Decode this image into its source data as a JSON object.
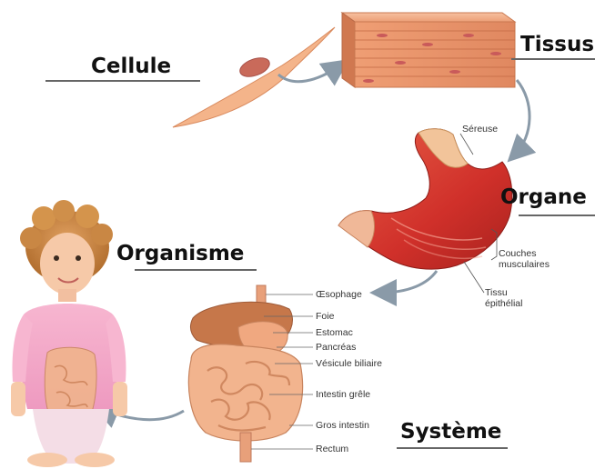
{
  "levels": {
    "cellule": "Cellule",
    "tissus": "Tissus",
    "organe": "Organe",
    "organisme": "Organisme",
    "systeme": "Système"
  },
  "stomach_labels": {
    "sereuse": "Séreuse",
    "couches_line1": "Couches",
    "couches_line2": "musculaires",
    "tissu_line1": "Tissu",
    "tissu_line2": "épithélial"
  },
  "system_labels": {
    "oesophage": "Œsophage",
    "foie": "Foie",
    "estomac": "Estomac",
    "pancreas": "Pancréas",
    "vesicule": "Vésicule biliaire",
    "intestin_grele": "Intestin grêle",
    "gros_intestin": "Gros intestin",
    "rectum": "Rectum"
  },
  "colors": {
    "muscle": "#e8956b",
    "stomach_red": "#d43a2e",
    "organ_tan": "#e6a878",
    "arrow_gray": "#8a9aa8",
    "skin": "#f6c9a8",
    "shirt_pink": "#f2a4c4",
    "hair": "#c7803d"
  }
}
